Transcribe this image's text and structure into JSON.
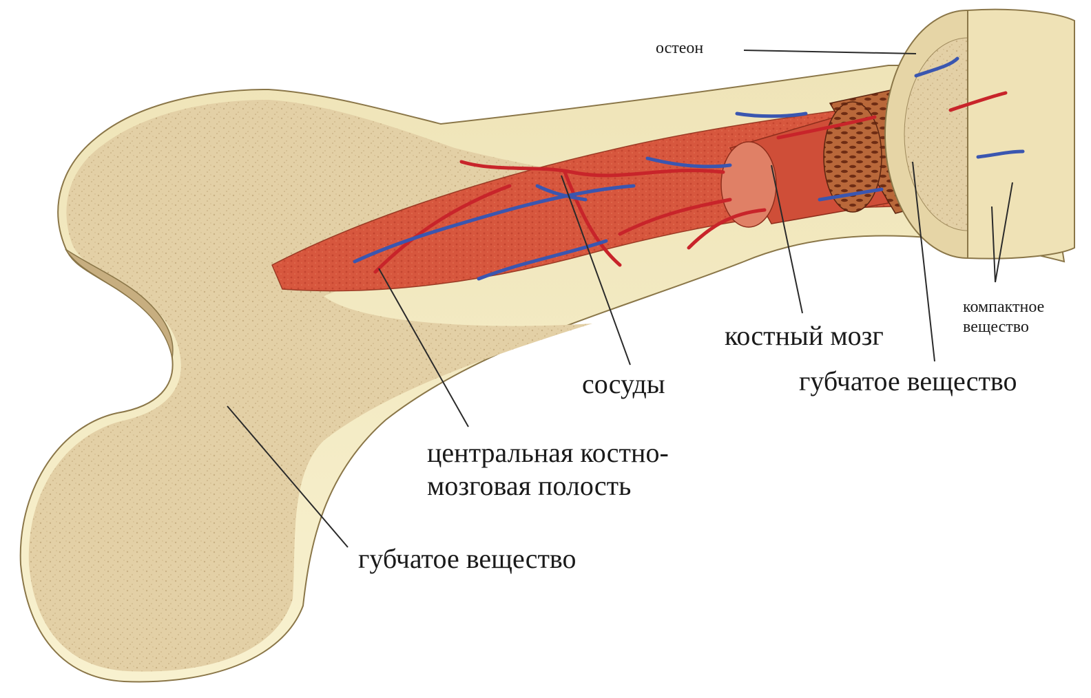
{
  "labels": {
    "osteon": "остеон",
    "marrow": "костный мозг",
    "compact": "компактное\nвещество",
    "vessels": "сосуды",
    "spongy_right": "губчатое вещество",
    "cavity": "центральная костно-\nмозговая полость",
    "spongy_left": "губчатое вещество"
  },
  "colors": {
    "bone_spongy": "#e2cfa4",
    "bone_compact": "#f4ecc4",
    "marrow_red": "#d55a3f",
    "artery": "#c8242a",
    "vein": "#3a56b0",
    "leader_line": "#2a2a2a"
  }
}
